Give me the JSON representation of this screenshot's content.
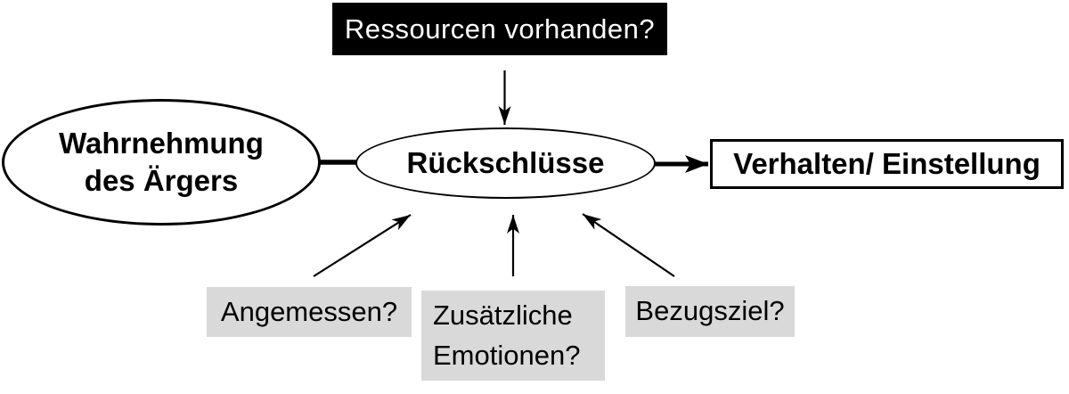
{
  "diagram": {
    "title_hint": "anger appraisal flow diagram",
    "background_color": "#ffffff",
    "colors": {
      "dark_node_fill": "#000000",
      "dark_node_text": "#ffffff",
      "gray_node_fill": "#d9d9d9",
      "stroke": "#000000"
    },
    "nodes": {
      "resources_question": {
        "label": "Ressourcen vorhanden?",
        "shape": "rectangle-filled-black"
      },
      "perception": {
        "line1": "Wahrnehmung",
        "line2": "des Ärgers",
        "shape": "ellipse"
      },
      "conclusions": {
        "label": "Rückschlüsse",
        "shape": "ellipse"
      },
      "behavior": {
        "label": "Verhalten/ Einstellung",
        "shape": "rectangle-outlined"
      },
      "appropriate_question": {
        "label": "Angemessen?",
        "shape": "rectangle-gray"
      },
      "additional_emotions_question": {
        "line1": "Zusätzliche",
        "line2": "Emotionen?",
        "shape": "rectangle-gray"
      },
      "reference_goal_question": {
        "label": "Bezugsziel?",
        "shape": "rectangle-gray"
      }
    },
    "edges": [
      {
        "from": "resources_question",
        "to": "conclusions",
        "style": "thin-arrow-down"
      },
      {
        "from": "perception",
        "to": "conclusions",
        "style": "thick-line-no-head"
      },
      {
        "from": "conclusions",
        "to": "behavior",
        "style": "thick-arrow-right"
      },
      {
        "from": "appropriate_question",
        "to": "conclusions",
        "style": "thin-arrow-up-right"
      },
      {
        "from": "additional_emotions_question",
        "to": "conclusions",
        "style": "thin-arrow-up"
      },
      {
        "from": "reference_goal_question",
        "to": "conclusions",
        "style": "thin-arrow-up-left"
      }
    ]
  }
}
